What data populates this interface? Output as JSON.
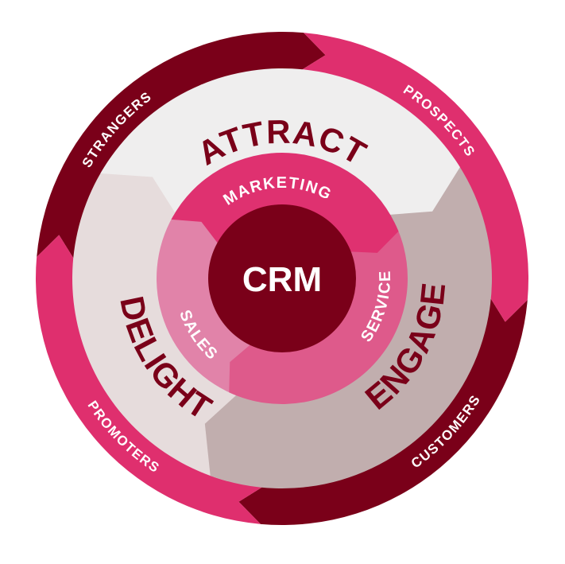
{
  "core": {
    "label": "CRM"
  },
  "outer_ring": [
    {
      "label": "STRANGERS"
    },
    {
      "label": "PROSPECTS"
    },
    {
      "label": "CUSTOMERS"
    },
    {
      "label": "PROMOTERS"
    }
  ],
  "stages": [
    {
      "label": "ATTRACT"
    },
    {
      "label": "ENGAGE"
    },
    {
      "label": "DELIGHT"
    }
  ],
  "functions": [
    {
      "label": "MARKETING"
    },
    {
      "label": "SERVICE"
    },
    {
      "label": "SALES"
    }
  ],
  "colors": {
    "dark": "#7a0019",
    "pink": "#df2f6e",
    "attract": "#efeeee",
    "engage": "#c1aeae",
    "delight": "#e6dcdc",
    "marketing": "#df3170",
    "service": "#de5a8b",
    "sales": "#e183a9",
    "core": "#7a0019"
  }
}
